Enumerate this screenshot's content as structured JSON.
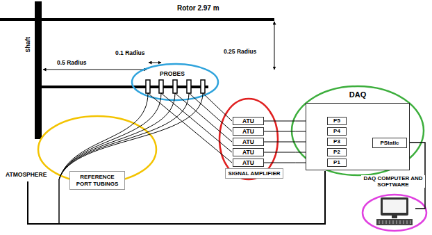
{
  "diagram": {
    "nodes": [
      {
        "text": [
          "ATU"
        ]
      },
      {
        "text": [
          "ATU"
        ]
      },
      {
        "text": [
          "ATU"
        ]
      },
      {
        "text": [
          "ATU"
        ]
      },
      {
        "text": [
          "ATU"
        ]
      },
      {
        "text": [
          "SIGNAL AMPLIFIER"
        ]
      },
      {
        "text": [
          "DAQ"
        ]
      },
      {
        "text": [
          "P5"
        ],
        "in": 6
      },
      {
        "text": [
          "P4"
        ],
        "in": 6
      },
      {
        "text": [
          "P3"
        ],
        "in": 6
      },
      {
        "text": [
          "P2"
        ],
        "in": 6
      },
      {
        "text": [
          "P1"
        ],
        "in": 6
      },
      {
        "text": [
          "PStatic"
        ],
        "in": 6
      },
      {
        "text": [
          "REFERENCE PORT TUBINGS"
        ]
      }
    ],
    "edges": [
      {
        "from": 0,
        "to": 7,
        "arrow": "none"
      },
      {
        "from": 1,
        "to": 8,
        "arrow": "none"
      },
      {
        "from": 2,
        "to": 9,
        "arrow": "none"
      },
      {
        "from": 3,
        "to": 10,
        "arrow": "none"
      },
      {
        "from": 4,
        "to": 11,
        "arrow": "none"
      }
    ],
    "labels": [
      "Rotor 2.97 m",
      "Shaft",
      "0.1 Radius",
      "0.5 Radius",
      "0.25 Radius",
      "PROBES",
      "ATMOSPHERE",
      "DAQ COMPUTER AND SOFTWARE"
    ]
  }
}
